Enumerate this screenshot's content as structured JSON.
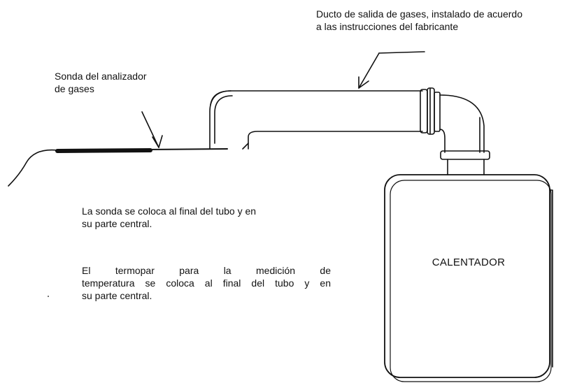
{
  "labels": {
    "duct": [
      "Ducto de salida de gases, instalado de acuerdo",
      "a las instrucciones del fabricante"
    ],
    "probe": [
      "Sonda del analizador",
      "de gases"
    ],
    "probe_note": [
      "La sonda se coloca al final del tubo y en",
      "su parte central."
    ],
    "thermocouple_note": [
      "El termopar para la medición de",
      "temperatura se coloca al final del tubo y en",
      "su parte central."
    ],
    "heater": "CALENTADOR"
  },
  "colors": {
    "stroke": "#111111",
    "probe_fill": "#111111",
    "background": "#ffffff"
  }
}
